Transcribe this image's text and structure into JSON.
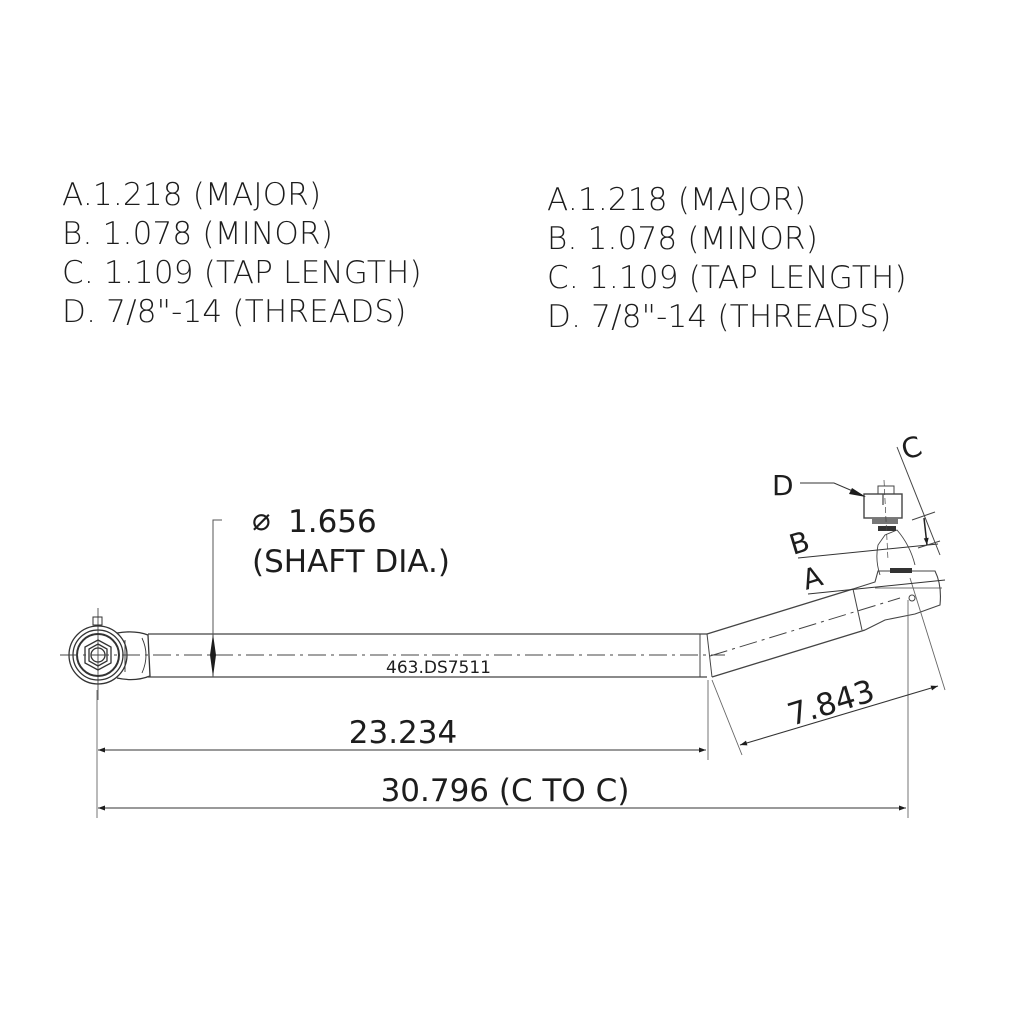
{
  "spec_lists": {
    "left": {
      "items": [
        "A.1.218 (MAJOR)",
        "B. 1.078 (MINOR)",
        "C. 1.109 (TAP LENGTH)",
        "D. 7/8\"-14 (THREADS)"
      ]
    },
    "right": {
      "items": [
        "A.1.218 (MAJOR)",
        "B. 1.078 (MINOR)",
        "C. 1.109 (TAP LENGTH)",
        "D. 7/8\"-14 (THREADS)"
      ]
    }
  },
  "drawing": {
    "shaft_diameter": {
      "symbol": "⌀",
      "value": "1.656",
      "label": "(SHAFT DIA.)"
    },
    "part_number": "463.DS7511",
    "dimensions": {
      "straight_length": "23.234",
      "angled_length": "7.843",
      "overall_length": "30.796 (C TO C)"
    },
    "callouts": {
      "a": "A",
      "b": "B",
      "c": "C",
      "d": "D"
    },
    "line_color": "#3a3a3a",
    "text_color": "#1d1d1d"
  }
}
